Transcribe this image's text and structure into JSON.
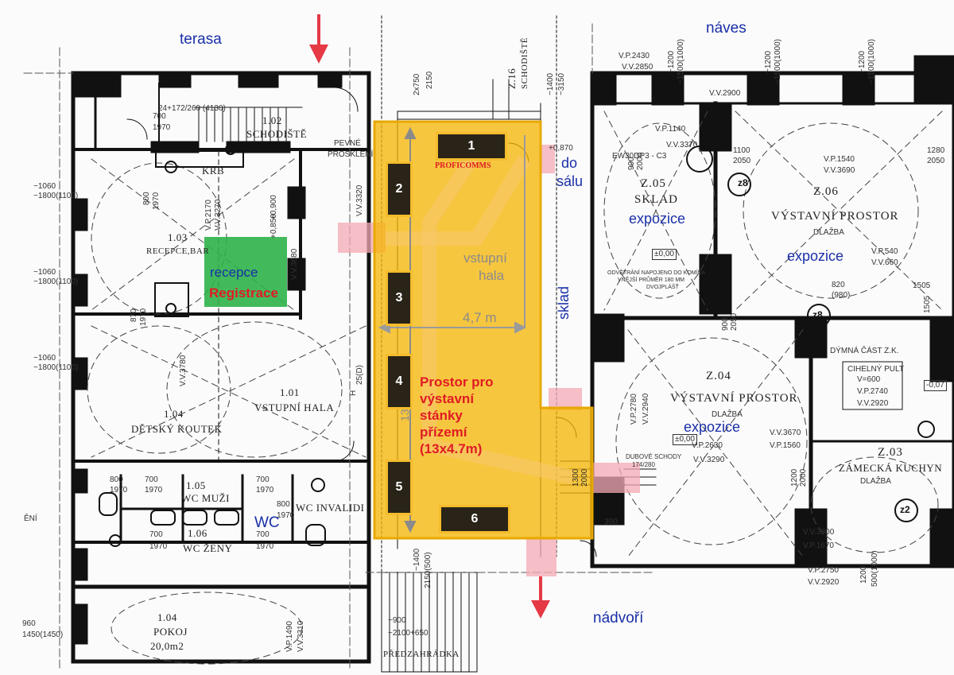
{
  "orientation_labels": {
    "top_left": "terasa",
    "top_right": "náves",
    "bottom": "nádvoří"
  },
  "zones": {
    "exhibition_main": {
      "color": "#f5b400",
      "label_lines": [
        "Prostor pro",
        "výstavní",
        "stánky",
        "přízemí",
        "(13x4.7m)"
      ]
    },
    "registration": {
      "color": "#2db34a",
      "line1": "recepce",
      "line2": "Registrace"
    },
    "passage_color": "#f4a9b4"
  },
  "exhibition_colors": {
    "label": "#e01b24",
    "arrow": "#e53945",
    "stand_fill": "#2a2418"
  },
  "stands": [
    {
      "number": "1",
      "company": "PROFICOMMS"
    },
    {
      "number": "2"
    },
    {
      "number": "3"
    },
    {
      "number": "4"
    },
    {
      "number": "5"
    },
    {
      "number": "6"
    }
  ],
  "hall_labels": {
    "vstupni": "vstupní",
    "hala": "hala",
    "width_dimension": "4,7 m",
    "length_dimension": "13 m"
  },
  "annotations": {
    "do": "do",
    "salu": "sálu",
    "sklad": "sklad",
    "wc": "WC"
  },
  "expozice": [
    "expozice",
    "expozice",
    "expozice"
  ],
  "rooms": {
    "r102_num": "1.02",
    "r102_name": "SCHODIŠTĚ",
    "r103_num": "1.03",
    "r103_name": "RECEPCE,BAR",
    "r101_num": "1.01",
    "r101_name": "VSTUPNÍ HALA",
    "r104_num": "1.04",
    "r104_name": "DĚTSKÝ KOUTEK",
    "r105_num": "1.05",
    "r105_name": "WC MUŽI",
    "r106_num": "1.06",
    "r106_name": "WC ŽENY",
    "wc_inv": "WC INVALIDI",
    "r104b_num": "1.04",
    "r104b_name": "POKOJ",
    "r104b_area": "20,0m2",
    "predzahradka": "PŘEDZAHRÁDKA",
    "z16_num": "Z.16",
    "z16_name": "SCHODIŠTĚ",
    "z05_num": "Z.05",
    "z05_name": "SKLAD",
    "z06_num": "Z.06",
    "z06_name": "VÝSTAVNÍ PROSTOR",
    "z06_floor": "DLAŽBA",
    "z04_num": "Z.04",
    "z04_name": "VÝSTAVNÍ PROSTOR",
    "z04_floor": "DLAŽBA",
    "z03_num": "Z.03",
    "z03_name": "ZÁMECKÁ KUCHYN",
    "z03_floor": "DLAŽBA",
    "krb": "KRB",
    "pevne": "PEVNÉ",
    "prosk": "PROSKLENÍ",
    "cihelny": "CIHELNÝ PULT",
    "cihelny_v": "V=600",
    "dymna": "DÝMNÁ ČÁST Z.K.",
    "dubove": "DUBOVÉ SCHODY",
    "dubove_2": "174/280",
    "odvetrani_1": "ODVĚTRÁNÍ NAPOJENO DO KOMÍNA",
    "odvetrani_2": "VNĚJŠÍ PRŮMĚR 180 MM",
    "odvetrani_3": "DVOJPLÁŠŤ",
    "ew": "EW30DP3 - C3"
  },
  "levels": {
    "z05": "±0,00",
    "z04": "±0,00",
    "r870": "+0,870",
    "m900": "+0,900",
    "m850": "+0,850",
    "m007": "-0,07"
  },
  "dims": {
    "d1": "~1060",
    "d1b": "~1800(1100)",
    "d2": "~1060",
    "d2b": "~1800(1100)",
    "d3": "~1060",
    "d3b": "~1800(1100)",
    "d4": "960",
    "d4b": "1450(1450)",
    "vp2430": "V.P.2430",
    "vv2850": "V.V.2850",
    "vv2900": "V.V.2900",
    "vp1140": "V.P.1140",
    "vv3370": "V.V.3370",
    "vp1540": "V.P.1540",
    "vv3690": "V.V.3690",
    "vp540": "V.P.540",
    "vv660": "V.V.660",
    "vp2170": "V.P.2170",
    "vv3270": "V.V.3270",
    "vv3320": "V.V.3320",
    "vv3680": "V.V.3680",
    "vv3780": "V.V.3780",
    "vp2780": "V.P.2780",
    "vv2940": "V.V.2940",
    "vp2630": "V.P.2630",
    "vv3290": "V.V.3290",
    "vv3670": "V.V.3670",
    "vp1560": "V.P.1560",
    "vp2740": "V.P.2740",
    "vv2920a": "V.V.2920",
    "vv3300": "V.V.3300",
    "vp1670": "V.P.1670",
    "vp2750": "V.P.2750",
    "vv2920b": "V.V.2920",
    "vp1490": "V.P.1490",
    "vv3310": "V.V.3310",
    "dt1": "~1200",
    "dt1b": "~1500(1000)",
    "dt2": "~1200",
    "dt2b": "~1500(1000)",
    "dt3": "~1200",
    "dt3b": "~1500(1000)",
    "dt4": "~1400",
    "dt4b": "~3150",
    "d2750": "2x750",
    "d2150": "2150",
    "d1100": "1100",
    "d2050a": "2050",
    "d1280": "1280",
    "d2050b": "2050",
    "d900": "900",
    "d2000": "2000",
    "d820": "820",
    "d980": "(980)",
    "d1505": "1505",
    "d900b": "900",
    "d2050c": "2050",
    "d800": "800",
    "d1970": "1970",
    "d700a": "700",
    "d1970a": "1970",
    "d700b": "700",
    "d1970b": "1970",
    "d800c": "800",
    "d1970c": "1970",
    "d700c": "700",
    "d1970d": "1970",
    "d700d": "700",
    "d1970e": "1970",
    "d800e": "800",
    "d1970f": "1970",
    "d870": "870",
    "d300": "300",
    "d1400": "~1400",
    "d2150b": "2150(500)",
    "d900c": "~900",
    "d2100": "~2100+650",
    "d1200b": "1200",
    "d500": "500(1000)",
    "d1300": "1300",
    "d2000b": "2000",
    "d1200c": "1200",
    "d2000c": "2000",
    "d25": "25(D)",
    "dh": "H",
    "d24": "24+172/260 (4130)",
    "d700e": "700",
    "d1970g": "1970",
    "d800f": "800",
    "d1970h": "1970"
  },
  "markers": {
    "z8a": "z8",
    "z8b": "z8",
    "z2": "z2"
  },
  "edge_text": "ĚNÍ"
}
